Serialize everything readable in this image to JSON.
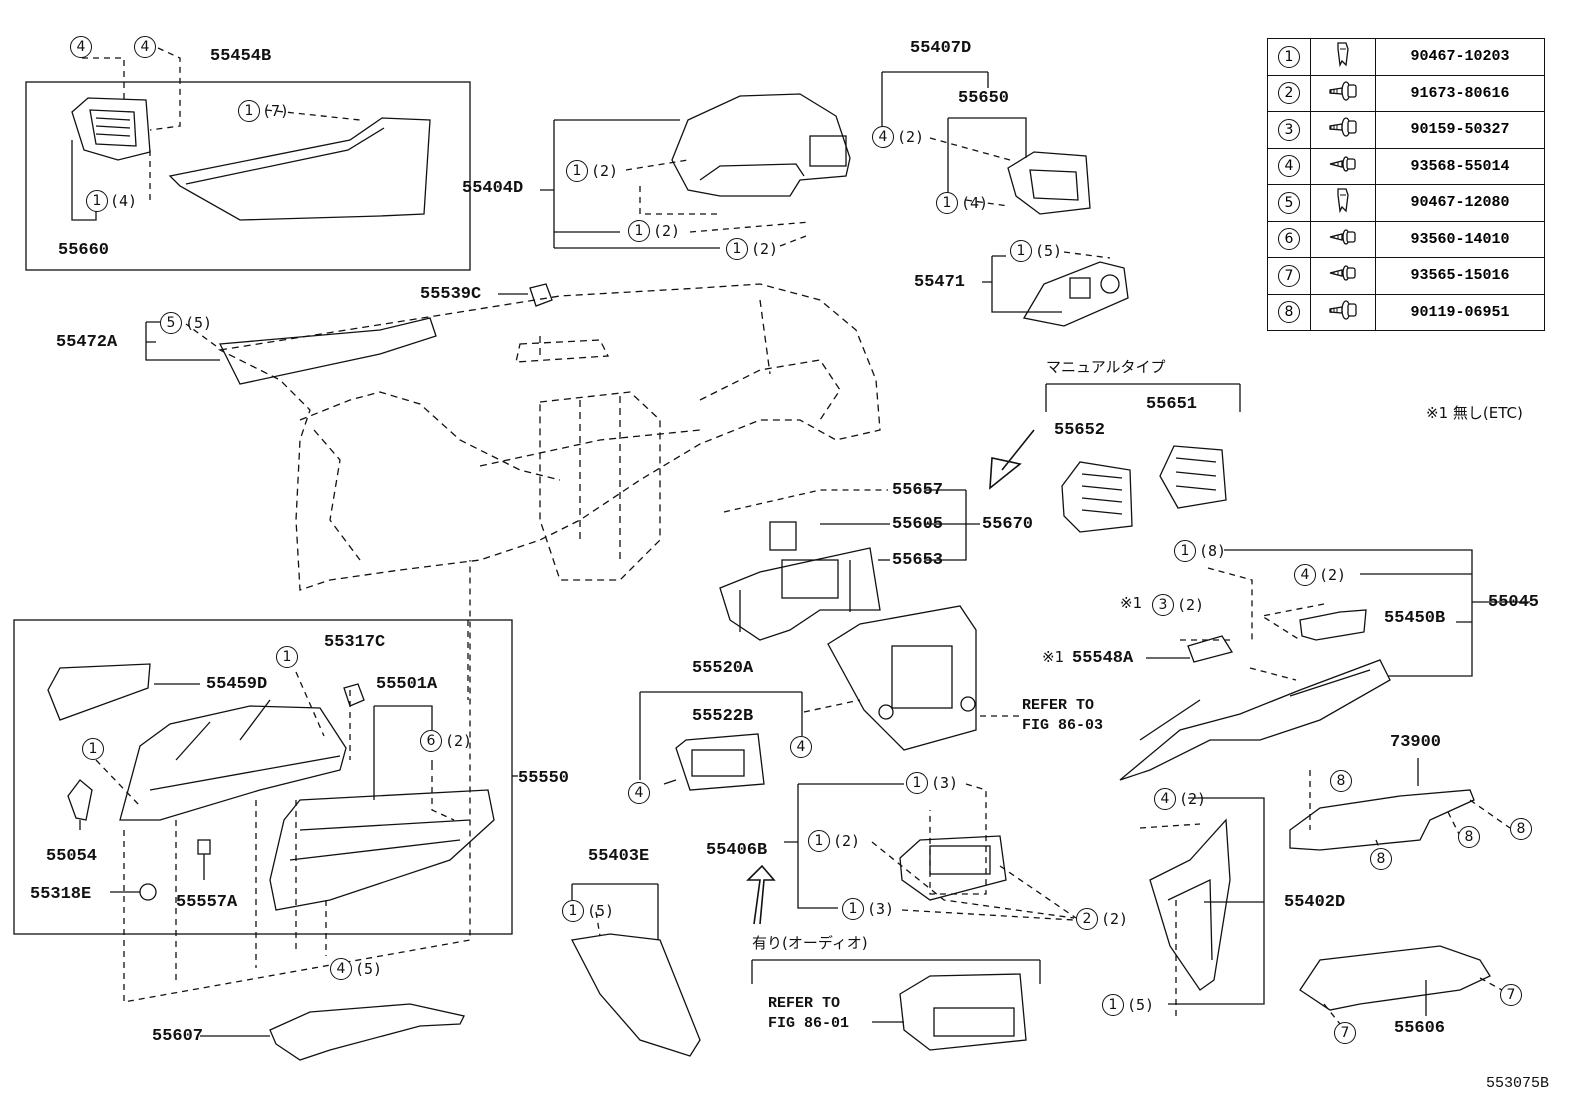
{
  "parts": {
    "p55454B": "55454B",
    "p55660": "55660",
    "p55404D": "55404D",
    "p55407D": "55407D",
    "p55650": "55650",
    "p55471": "55471",
    "p55539C": "55539C",
    "p55472A": "55472A",
    "p55657": "55657",
    "p55605": "55605",
    "p55670": "55670",
    "p55653": "55653",
    "p55652": "55652",
    "p55651": "55651",
    "p55045": "55045",
    "p55450B": "55450B",
    "p55548A": "55548A",
    "p55459D": "55459D",
    "p55317C": "55317C",
    "p55501A": "55501A",
    "p55550": "55550",
    "p55054": "55054",
    "p55318E": "55318E",
    "p55557A": "55557A",
    "p55520A": "55520A",
    "p55522B": "55522B",
    "p55403E": "55403E",
    "p55406B": "55406B",
    "p73900": "73900",
    "p55402D": "55402D",
    "p55607": "55607",
    "p55606": "55606"
  },
  "circles": {
    "c1": "1",
    "c2": "2",
    "c3": "3",
    "c4": "4",
    "c5": "5",
    "c6": "6",
    "c7": "7",
    "c8": "8"
  },
  "quantities": {
    "q2": "(2)",
    "q3": "(3)",
    "q4": "(4)",
    "q5": "(5)",
    "q7": "(7)",
    "q8": "(8)"
  },
  "notes": {
    "manual_type": "マニュアルタイプ",
    "note1": "※1  無し(ETC)",
    "mark1": "※1",
    "with_audio": "有り(オーディオ)",
    "refer_to": "REFER TO",
    "fig_86_03": "FIG 86-03",
    "fig_86_01": "FIG 86-01",
    "diagram_id": "553075B"
  },
  "legend": [
    {
      "no": "1",
      "part": "90467-10203",
      "icon": "clip-icon"
    },
    {
      "no": "2",
      "part": "91673-80616",
      "icon": "flange-screw-icon"
    },
    {
      "no": "3",
      "part": "90159-50327",
      "icon": "flange-screw-icon"
    },
    {
      "no": "4",
      "part": "93568-55014",
      "icon": "tapping-screw-icon"
    },
    {
      "no": "5",
      "part": "90467-12080",
      "icon": "clip-icon"
    },
    {
      "no": "6",
      "part": "93560-14010",
      "icon": "tapping-screw-icon"
    },
    {
      "no": "7",
      "part": "93565-15016",
      "icon": "tapping-screw-icon"
    },
    {
      "no": "8",
      "part": "90119-06951",
      "icon": "flange-screw-icon"
    }
  ]
}
